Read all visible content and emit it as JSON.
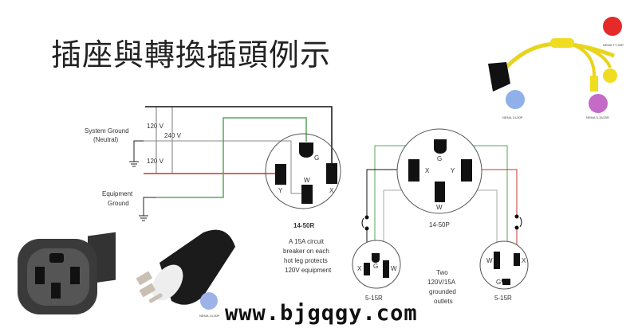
{
  "title": "插座與轉換插頭例示",
  "diagram": {
    "left_labels": {
      "system_ground": "System Ground",
      "neutral": "(Neutral)",
      "equipment": "Equipment",
      "ground": "Ground",
      "v120_top": "120 V",
      "v240": "240 V",
      "v120_bottom": "120 V"
    },
    "receptacle_1450r": {
      "name": "14-50R",
      "G": "G",
      "W": "W",
      "X": "X",
      "Y": "Y"
    },
    "plug_1450p": {
      "name": "14-50P",
      "G": "G",
      "W": "W",
      "X": "X",
      "Y": "Y"
    },
    "outlet_left": {
      "name": "5-15R",
      "G": "G",
      "X": "X",
      "W": "W"
    },
    "outlet_right": {
      "name": "5-15R",
      "G": "G",
      "X": "X",
      "W": "W"
    },
    "breaker_note": [
      "A 15A circuit",
      "breaker on each",
      "hot leg protects",
      "120V equipment"
    ],
    "outlets_note": [
      "Two",
      "120V/15A",
      "grounded",
      "outlets"
    ],
    "wire_colors": {
      "hot_x": "#111111",
      "hot_y": "#c0392b",
      "neutral": "#888888",
      "ground": "#5aa55a"
    }
  },
  "adapter_labels": {
    "tt30r": "NEMA TT-30R",
    "p1450": "NEMA 14-50P",
    "r515": "NEMA 5-15/20R"
  },
  "plug_photo_label": "NEMA 14-50P",
  "watermark": "www.bjgqgy.com"
}
